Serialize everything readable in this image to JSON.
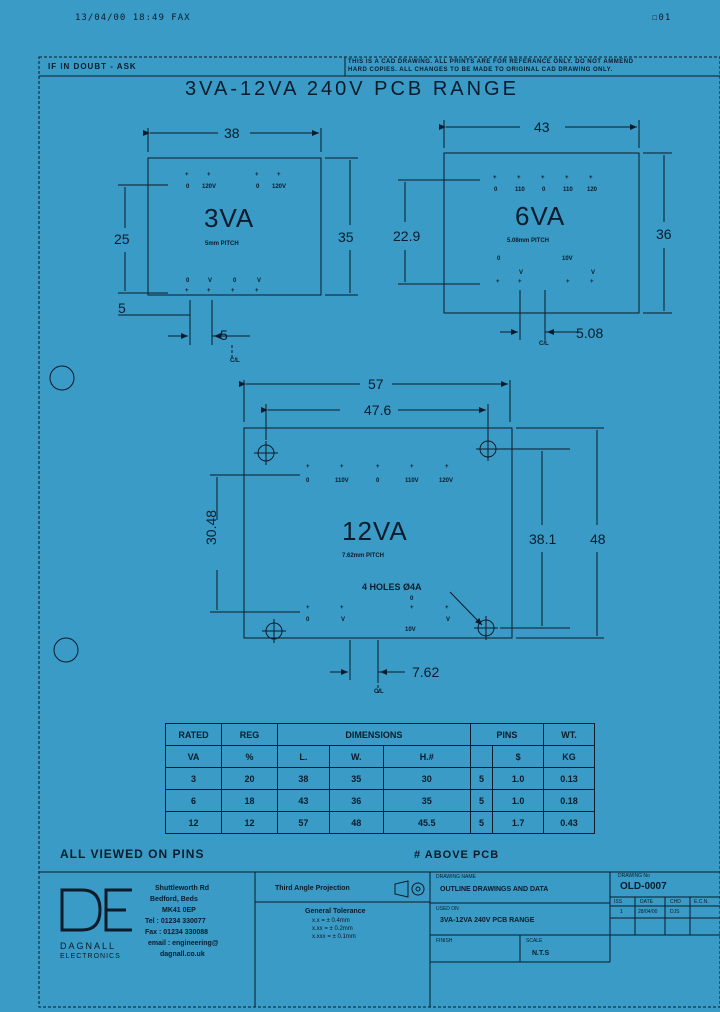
{
  "header": {
    "fax_line": "13/04/00  18:49  FAX",
    "page_no": "01",
    "notice_line1": "THIS IS A CAD DRAWING. ALL PRINTS ARE FOR REFERANCE ONLY. DO NOT AMMEND",
    "notice_line2": "HARD COPIES. ALL CHANGES TO BE MADE TO ORIGINAL CAD DRAWING ONLY.",
    "doubt": "IF IN DOUBT - ASK",
    "title": "3VA-12VA 240V PCB RANGE"
  },
  "va3": {
    "name": "3VA",
    "pitch": "5mm PITCH",
    "width": "38",
    "height": "35",
    "pin_span": "25",
    "pin_offset": "5",
    "pitch_dim": "5",
    "cl": "C/L",
    "top_labels": [
      "0",
      "120V",
      "0",
      "120V"
    ],
    "bottom_labels": [
      "0",
      "V",
      "0",
      "V"
    ]
  },
  "va6": {
    "name": "6VA",
    "pitch": "5.08mm PITCH",
    "width": "43",
    "height": "36",
    "pin_span": "22.9",
    "pitch_dim": "5.08",
    "cl": "C/L",
    "top_labels": [
      "0",
      "110",
      "0",
      "110",
      "120"
    ],
    "bottom_labels": [
      "0",
      "V",
      "10V",
      "V"
    ]
  },
  "va12": {
    "name": "12VA",
    "pitch": "7.62mm PITCH",
    "outer_width": "57",
    "hole_span": "47.6",
    "height": "48",
    "hole_height": "38.1",
    "pin_span": "30.48",
    "pitch_dim": "7.62",
    "holes": "4 HOLES Ø4A",
    "cl": "C/L",
    "top_labels": [
      "0",
      "110V",
      "0",
      "110V",
      "120V"
    ],
    "bottom_labels": [
      "0",
      "V",
      "0",
      "10V",
      "V"
    ]
  },
  "table": {
    "headers": {
      "rated": "RATED",
      "va": "VA",
      "reg": "REG",
      "pct": "%",
      "dimensions": "DIMENSIONS",
      "l": "L.",
      "w": "W.",
      "h": "H.#",
      "pins": "PINS",
      "pins_n": "",
      "pins_s": "$",
      "wt": "WT.",
      "kg": "KG"
    },
    "rows": [
      [
        "3",
        "20",
        "38",
        "35",
        "30",
        "5",
        "1.0",
        "0.13"
      ],
      [
        "6",
        "18",
        "43",
        "36",
        "35",
        "5",
        "1.0",
        "0.18"
      ],
      [
        "12",
        "12",
        "57",
        "48",
        "45.5",
        "5",
        "1.7",
        "0.43"
      ]
    ]
  },
  "notes": {
    "left": "ALL VIEWED ON PINS",
    "right": "# ABOVE PCB"
  },
  "company": {
    "brand": "DAGNALL",
    "brand2": "ELECTRONICS",
    "addr1": "Shuttleworth Rd",
    "addr2": "Bedford, Beds",
    "addr3": "MK41 0EP",
    "tel": "Tel : 01234 330077",
    "fax": "Fax : 01234 330088",
    "email1": "email : engineering@",
    "email2": "dagnall.co.uk"
  },
  "titleblock": {
    "projection": "Third Angle Projection",
    "tolerance": "General Tolerance",
    "tol1": "x.x = ± 0.4mm",
    "tol2": "x.xx = ± 0.2mm",
    "tol3": "x.xxx = ± 0.1mm",
    "drawing_name_label": "DRAWING NAME",
    "drawing_name": "OUTLINE DRAWINGS AND DATA",
    "based_on_label": "USED ON",
    "based_on": "3VA-12VA 240V PCB RANGE",
    "finish_label": "FINISH",
    "scale_label": "SCALE",
    "scale": "N.T.S",
    "drawing_no_label": "DRAWING No",
    "drawing_no": "OLD-0007",
    "rev_labels": [
      "ISS",
      "DATE",
      "CHD",
      "E.C.N."
    ],
    "rev_row": [
      "1",
      "28/04/00",
      "DJS",
      ""
    ]
  }
}
